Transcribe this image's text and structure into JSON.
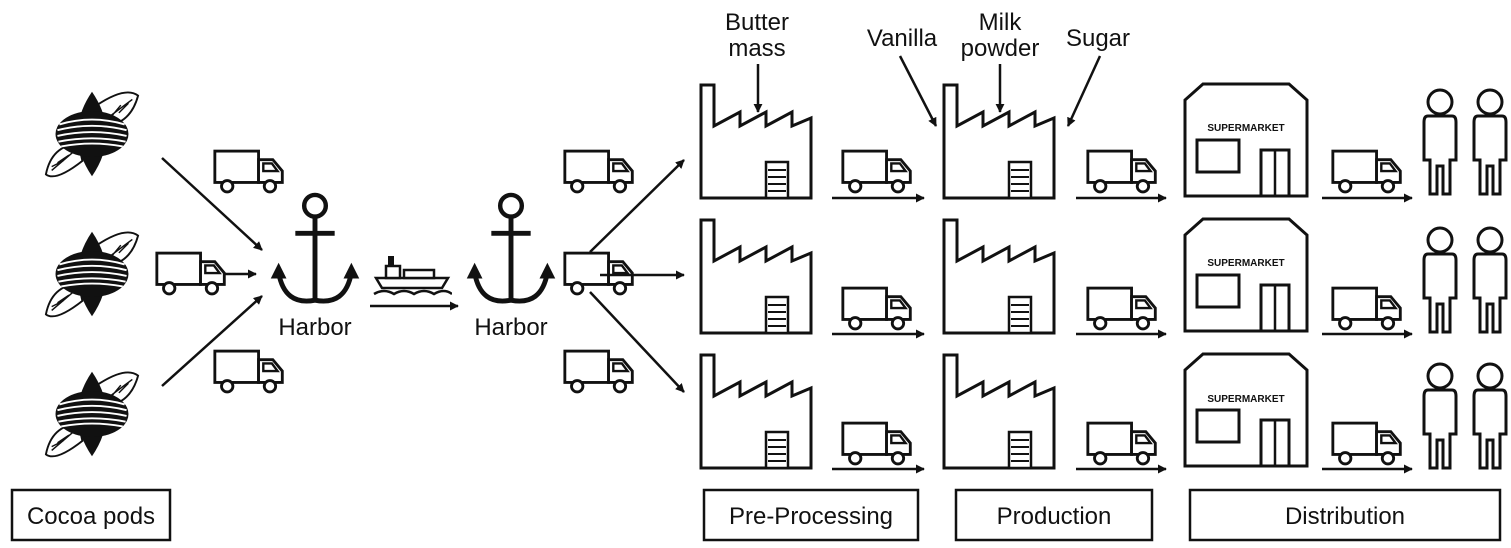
{
  "labels": {
    "cocoa_pods": "Cocoa pods",
    "harbor_1": "Harbor",
    "harbor_2": "Harbor",
    "pre_processing": "Pre-Processing",
    "production": "Production",
    "distribution": "Distribution"
  },
  "ingredients": {
    "butter_line1": "Butter",
    "butter_line2": "mass",
    "vanilla": "Vanilla",
    "milk_line1": "Milk",
    "milk_line2": "powder",
    "sugar": "Sugar"
  },
  "supermarket_sign": "SUPERMARKET"
}
